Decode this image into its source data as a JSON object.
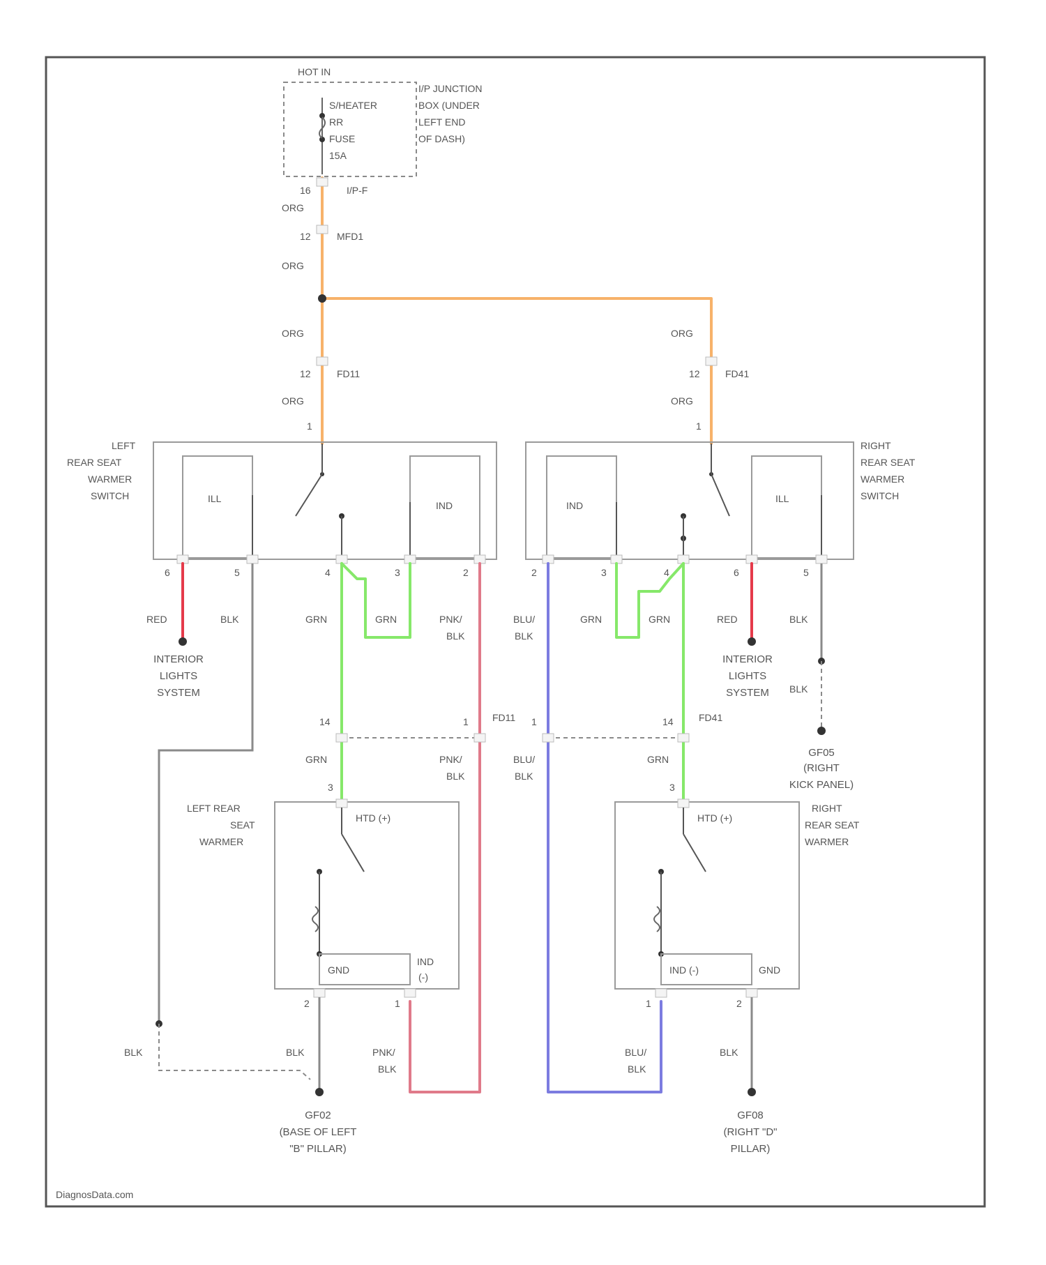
{
  "diagram": {
    "top": {
      "hot_label": "HOT IN",
      "fuse_line1": "S/HEATER",
      "fuse_line2": "RR",
      "fuse_line3": "FUSE",
      "fuse_line4": "15A",
      "junction_line1": "I/P JUNCTION",
      "junction_line2": "BOX (UNDER",
      "junction_line3": "LEFT END",
      "junction_line4": "OF DASH)",
      "pin_16": "16",
      "conn_ipjf": "I/P-F",
      "pin_12a": "12",
      "conn_mfd1": "MFD1",
      "pin_12b": "12",
      "conn_fd11_top": "FD11",
      "pin_12c": "12",
      "conn_fd41_top": "FD41",
      "wire_org": "ORG",
      "pin_1": "1"
    },
    "left_switch": {
      "title_line1": "LEFT",
      "title_line2": "REAR SEAT",
      "title_line3": "WARMER",
      "title_line4": "SWITCH",
      "ill": "ILL",
      "ind": "IND",
      "pin_labels": [
        "6",
        "5",
        "4",
        "3",
        "2"
      ],
      "wire_red": "RED",
      "wire_blk": "BLK",
      "wire_grn": "GRN",
      "wire_pnk": "PNK/",
      "wire_pnk2": "BLK",
      "dest_line1": "INTERIOR",
      "dest_line2": "LIGHTS",
      "dest_line3": "SYSTEM"
    },
    "right_switch": {
      "title_line1": "RIGHT",
      "title_line2": "REAR SEAT",
      "title_line3": "WARMER",
      "title_line4": "SWITCH",
      "ill": "ILL",
      "ind": "IND",
      "pin_labels": [
        "2",
        "3",
        "4",
        "6",
        "5"
      ],
      "wire_blu": "BLU/",
      "wire_blu2": "BLK",
      "wire_grn": "GRN",
      "wire_red": "RED",
      "wire_blk": "BLK",
      "dest_line1": "INTERIOR",
      "dest_line2": "LIGHTS",
      "dest_line3": "SYSTEM"
    },
    "middle": {
      "pin_14_left": "14",
      "pin_1_left": "1",
      "conn_fd11": "FD11",
      "pin_1_right": "1",
      "pin_14_right": "14",
      "conn_fd41": "FD41",
      "ground_right_line1": "GF05",
      "ground_right_line2": "(RIGHT",
      "ground_right_line3": "KICK PANEL)"
    },
    "left_warmer": {
      "title_line1": "LEFT REAR",
      "title_line2": "SEAT",
      "title_line3": "WARMER",
      "htd": "HTD (+)",
      "gnd": "GND",
      "ind": "IND",
      "ind2": "(-)",
      "pin_3": "3",
      "pin_2": "2",
      "pin_1": "1",
      "ground_line1": "GF02",
      "ground_line2": "(BASE OF LEFT",
      "ground_line3": "\"B\" PILLAR)"
    },
    "right_warmer": {
      "title_line1": "RIGHT",
      "title_line2": "REAR SEAT",
      "title_line3": "WARMER",
      "htd": "HTD (+)",
      "ind": "IND (-)",
      "gnd": "GND",
      "pin_3": "3",
      "pin_1": "1",
      "pin_2": "2",
      "ground_line1": "GF08",
      "ground_line2": "(RIGHT \"D\"",
      "ground_line3": "PILLAR)"
    },
    "footer": "DiagnosData.com"
  },
  "colors": {
    "org": "#f7b26a",
    "grn": "#86e86a",
    "pnk": "#e07a8a",
    "red": "#e53a4a",
    "blu": "#7c7ce0",
    "blk": "#8a8a8a"
  }
}
